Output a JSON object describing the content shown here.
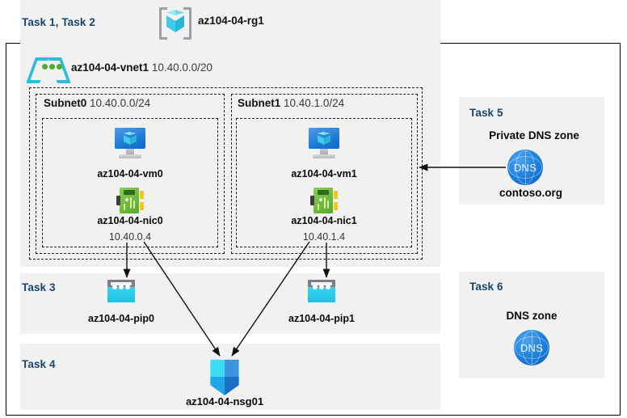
{
  "diagram": {
    "title_alt": "Azure AZ-104 lab architecture",
    "colors": {
      "task_label": "#19456b",
      "panel_bg": "#f1f1f1",
      "page_bg": "#ffffff",
      "frame_border": "#000000",
      "dashed_border": "#1a1a1a",
      "vm_blue": "#1e7bd6",
      "nic_green": "#6fb93f",
      "pip_cyan": "#17c6e8",
      "nsg_blue": "#1b6fc4",
      "dns_blue": "#1b7ddc",
      "rg_cyan": "#41c9e8"
    }
  },
  "resource_group": {
    "task_label": "Task 1, Task 2",
    "icon": "resource-group-icon",
    "name": "az104-04-rg1"
  },
  "vnet": {
    "icon": "virtual-network-icon",
    "name": "az104-04-vnet1",
    "address_space": "10.40.0.0/20"
  },
  "subnets": [
    {
      "name": "Subnet0",
      "address_prefix": "10.40.0.0/24",
      "vm": {
        "icon": "virtual-machine-icon",
        "name": "az104-04-vm0"
      },
      "nic": {
        "icon": "network-interface-icon",
        "name": "az104-04-nic0",
        "ip": "10.40.0.4"
      }
    },
    {
      "name": "Subnet1",
      "address_prefix": "10.40.1.0/24",
      "vm": {
        "icon": "virtual-machine-icon",
        "name": "az104-04-vm1"
      },
      "nic": {
        "icon": "network-interface-icon",
        "name": "az104-04-nic1",
        "ip": "10.40.1.4"
      }
    }
  ],
  "public_ips": {
    "task_label": "Task 3",
    "items": [
      {
        "icon": "public-ip-icon",
        "name": "az104-04-pip0"
      },
      {
        "icon": "public-ip-icon",
        "name": "az104-04-pip1"
      }
    ]
  },
  "nsg": {
    "task_label": "Task 4",
    "icon": "network-security-group-icon",
    "name": "az104-04-nsg01"
  },
  "private_dns_zone": {
    "task_label": "Task 5",
    "heading": "Private DNS zone",
    "icon": "dns-zone-icon",
    "icon_text": "DNS",
    "name": "contoso.org"
  },
  "dns_zone": {
    "task_label": "Task 6",
    "heading": "DNS zone",
    "icon": "dns-zone-icon",
    "icon_text": "DNS"
  }
}
